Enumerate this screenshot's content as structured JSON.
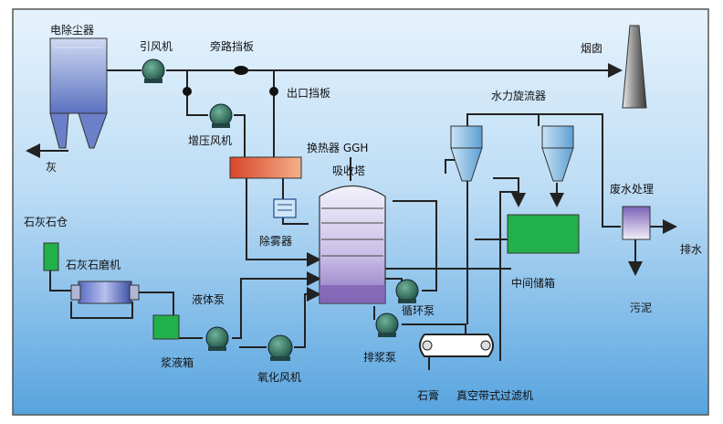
{
  "labels": {
    "esp": "电除尘器",
    "id_fan": "引风机",
    "bypass_damper": "旁路挡板",
    "chimney": "烟囱",
    "outlet_damper": "出口挡板",
    "booster_fan": "增压风机",
    "ash": "灰",
    "ggh": "换热器 GGH",
    "absorber": "吸收塔",
    "hydrocyclone": "水力旋流器",
    "wastewater": "废水处理",
    "drain": "排水",
    "sludge": "污泥",
    "demister": "除雾器",
    "limestone_silo": "石灰石仓",
    "ball_mill": "石灰石磨机",
    "liquid_pump": "液体泵",
    "slurry_tank": "浆液箱",
    "oxidation_fan": "氧化风机",
    "circulation_pump": "循环泵",
    "discharge_pump": "排浆泵",
    "intermediate_tank": "中间储箱",
    "gypsum": "石膏",
    "vacuum_filter": "真空带式过滤机"
  },
  "colors": {
    "background_top": "#d9ecfb",
    "background_bottom": "#5aa7e0",
    "equipment_green": "#1fae46",
    "fan_dark": "#2c6a5a",
    "esp_blue": "#6f86c9",
    "ggh_red": "#e4572e",
    "absorber_purple": "#9a86c8",
    "mill_blue": "#3d4ea8",
    "line": "#222222"
  }
}
